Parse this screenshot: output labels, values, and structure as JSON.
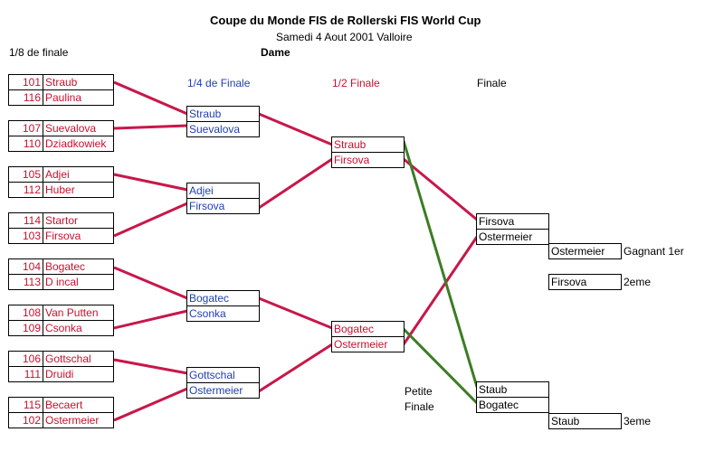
{
  "header": {
    "title": "Coupe du Monde FIS de Rollerski FIS World Cup",
    "subtitle": "Samedi 4 Aout 2001 Valloire",
    "category": "Dame"
  },
  "round_labels": {
    "r16": "1/8 de finale",
    "qf": "1/4 de Finale",
    "sf": "1/2 Finale",
    "final": "Finale",
    "petite_finale": "Petite Finale"
  },
  "round_of_16": [
    {
      "seed": "101",
      "name": "Straub"
    },
    {
      "seed": "116",
      "name": "Paulina"
    },
    {
      "seed": "107",
      "name": "Suevalova"
    },
    {
      "seed": "110",
      "name": "Dziadkowiek"
    },
    {
      "seed": "105",
      "name": "Adjei"
    },
    {
      "seed": "112",
      "name": "Huber"
    },
    {
      "seed": "114",
      "name": "Startor"
    },
    {
      "seed": "103",
      "name": "Firsova"
    },
    {
      "seed": "104",
      "name": "Bogatec"
    },
    {
      "seed": "113",
      "name": "D incal"
    },
    {
      "seed": "108",
      "name": "Van Putten"
    },
    {
      "seed": "109",
      "name": "Csonka"
    },
    {
      "seed": "106",
      "name": "Gottschal"
    },
    {
      "seed": "111",
      "name": "Druidi"
    },
    {
      "seed": "115",
      "name": "Becaert"
    },
    {
      "seed": "102",
      "name": "Ostermeier"
    }
  ],
  "quarter_finals": [
    "Straub",
    "Suevalova",
    "Adjei",
    "Firsova",
    "Bogatec",
    "Csonka",
    "Gottschal",
    "Ostermeier"
  ],
  "semi_finals": [
    "Straub",
    "Firsova",
    "Bogatec",
    "Ostermeier"
  ],
  "final": [
    "Firsova",
    "Ostermeier"
  ],
  "petite_finale": [
    "Staub",
    "Bogatec"
  ],
  "results": {
    "winner": "Ostermeier",
    "winner_label": "Gagnant 1er",
    "second": "Firsova",
    "second_label": "2eme",
    "third": "Staub",
    "third_label": "3eme"
  },
  "colors": {
    "line_red": "#c8174a",
    "line_green": "#3b7d23",
    "text_red": "#c8102e",
    "text_blue": "#1f3fb0"
  }
}
